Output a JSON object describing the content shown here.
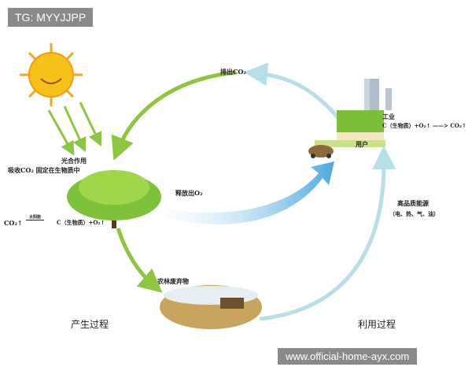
{
  "watermark_top": "TG: MYYJJPP",
  "watermark_bottom": "www.official-home-ayx.com",
  "labels": {
    "emit_co2": "排出CO₂",
    "industry": "工业",
    "industry_eq": "C（生物质）+O₂↑ ——> CO₂↑",
    "user": "用户",
    "photosynthesis": "光合作用",
    "absorb": "吸收CO₂ 固定在生物质中",
    "release_o2": "释放出O₂",
    "photo_eq_left": "CO₂↑",
    "photo_eq_cond": "太阳能",
    "photo_eq_right": "C（生物质）+O₂↑",
    "energy": "高品质能源",
    "energy_types": "（电、热、气、油）",
    "waste": "农林废弃物",
    "production": "产生过程",
    "utilization": "利用过程"
  },
  "colors": {
    "green_arc": "#8dc63f",
    "blue_arc": "#b7dfe6",
    "sun": "#f6c21a",
    "badge": "#8a8a8a"
  }
}
